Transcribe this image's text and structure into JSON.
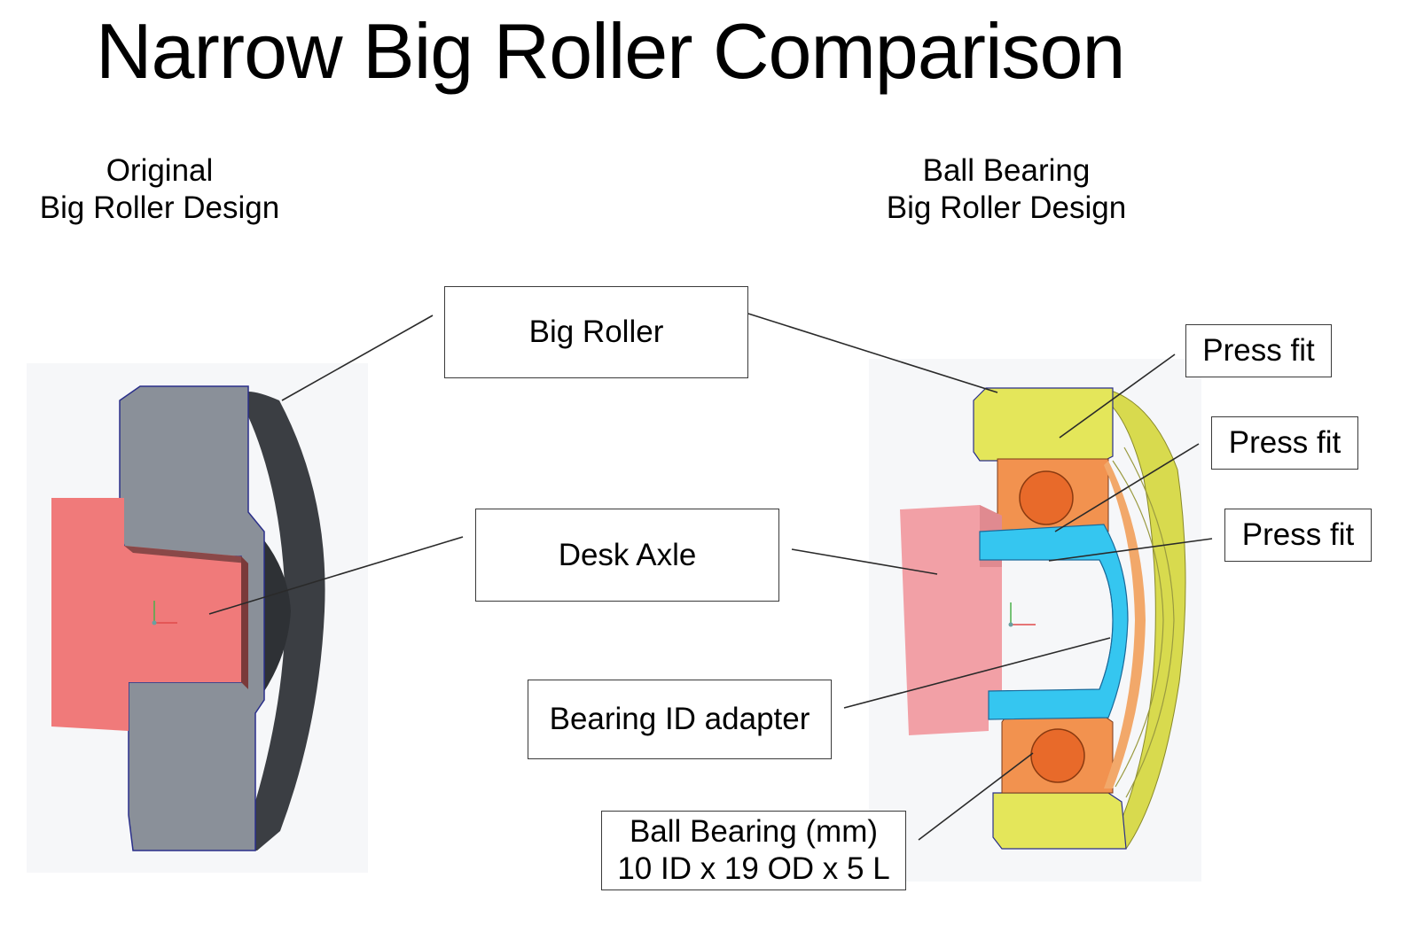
{
  "title": "Narrow Big Roller Comparison",
  "left_design": {
    "line1": "Original",
    "line2": "Big Roller Design"
  },
  "right_design": {
    "line1": "Ball Bearing",
    "line2": "Big Roller Design"
  },
  "callouts": {
    "big_roller": "Big Roller",
    "desk_axle": "Desk Axle",
    "bearing_id_adapter": "Bearing ID adapter",
    "ball_bearing_line1": "Ball Bearing (mm)",
    "ball_bearing_line2": "10 ID x 19 OD x 5 L",
    "press_fit_1": "Press fit",
    "press_fit_2": "Press fit",
    "press_fit_3": "Press fit"
  },
  "colors": {
    "roller_gray": "#8a9099",
    "roller_dark": "#3b3e43",
    "axle_red": "#f07a7a",
    "axle_pink": "#f2a0a6",
    "yellow_roller": "#e4e65a",
    "bearing_orange": "#f2924f",
    "adapter_cyan": "#35c6f0"
  }
}
